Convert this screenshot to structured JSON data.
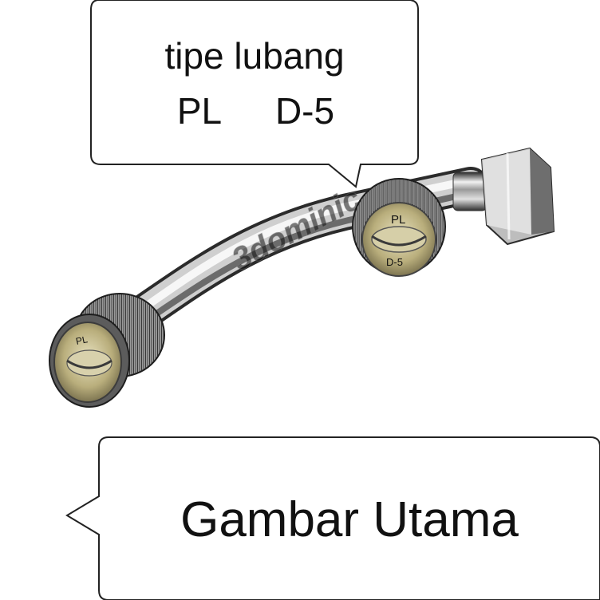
{
  "top_callout": {
    "line1": "tipe lubang",
    "line2_left": "PL",
    "line2_right": "D-5"
  },
  "bottom_callout": {
    "label": "Gambar Utama"
  },
  "product": {
    "watermark": "3dominic",
    "nozzle_right_marking_top": "PL",
    "nozzle_right_marking_bottom": "D-5",
    "nozzle_left_marking": "PL"
  },
  "colors": {
    "background": "#ffffff",
    "callout_border": "#222222",
    "text": "#111111",
    "chrome_dark": "#3a3a3a",
    "chrome_light": "#e6e6e6",
    "brass": "#c9bf8f"
  }
}
